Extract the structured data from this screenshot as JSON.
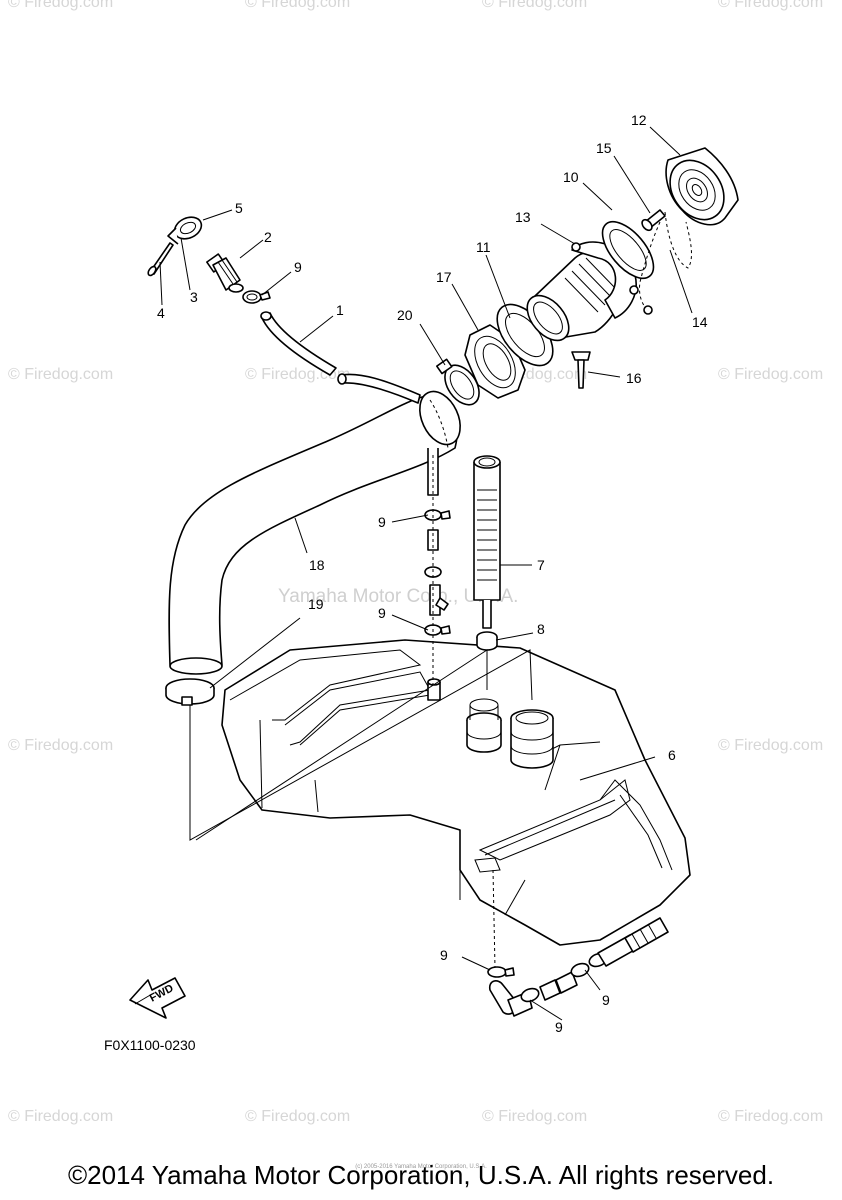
{
  "diagram_code": "F0X1100-0230",
  "fwd_label": "FWD",
  "copyright": "©2014 Yamaha Motor Corporation, U.S.A. All rights reserved.",
  "copyright_small": "(c) 2005-2016 Yamaha Motor Corporation, U.S.A.",
  "watermark_text": "© Firedog.com",
  "center_watermark": "Yamaha Motor Corp., U.S.A.",
  "callouts": {
    "c1": "1",
    "c2": "2",
    "c3": "3",
    "c4": "4",
    "c5": "5",
    "c6": "6",
    "c7": "7",
    "c8": "8",
    "c9a": "9",
    "c9b": "9",
    "c9c": "9",
    "c9d": "9",
    "c9e": "9",
    "c9f": "9",
    "c10": "10",
    "c11": "11",
    "c12": "12",
    "c13": "13",
    "c14": "14",
    "c15": "15",
    "c16": "16",
    "c17": "17",
    "c18": "18",
    "c19": "19",
    "c20": "20"
  }
}
